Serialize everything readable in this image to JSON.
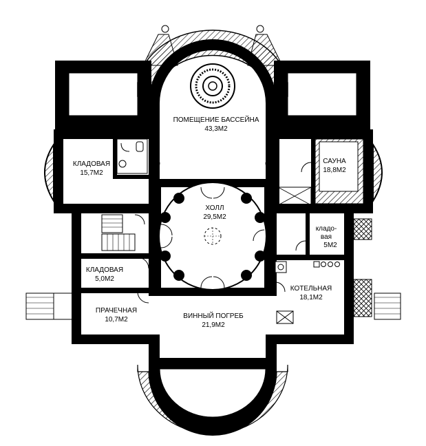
{
  "rooms": {
    "pool": {
      "name": "ПОМЕЩЕНИЕ БАССЕЙНА",
      "area": "43,3М2"
    },
    "storage1": {
      "name": "КЛАДОВАЯ",
      "area": "15,7М2"
    },
    "sauna": {
      "name": "САУНА",
      "area": "18,8М2"
    },
    "hall": {
      "name": "ХОЛЛ",
      "area": "29,5М2"
    },
    "pantry": {
      "line1": "кладо-",
      "line2": "вая",
      "area": "5М2"
    },
    "storage2": {
      "name": "КЛАДОВАЯ",
      "area": "5,0М2"
    },
    "boiler": {
      "name": "КОТЕЛЬНАЯ",
      "area": "18,1М2"
    },
    "laundry": {
      "name": "ПРАЧЕЧНАЯ",
      "area": "10,7М2"
    },
    "wine": {
      "name": "ВИННЫЙ ПОГРЕБ",
      "area": "21,9М2"
    }
  },
  "colors": {
    "wall": "#000000",
    "background": "#ffffff",
    "hatch": "#000000"
  }
}
